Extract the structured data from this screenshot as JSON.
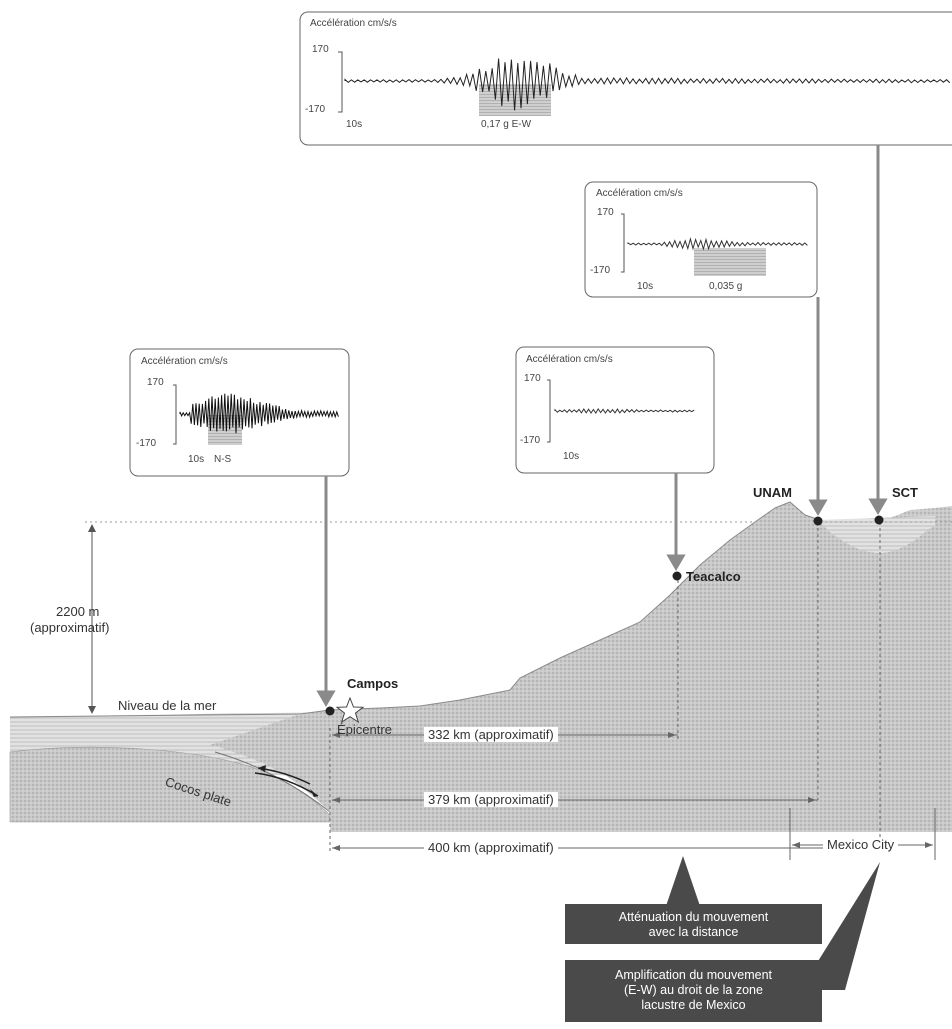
{
  "panels": {
    "sct": {
      "title": "Accélération cm/s/s",
      "ymax": "170",
      "ymin": "-170",
      "time": "10s",
      "note": "0,17 g  E-W"
    },
    "unam": {
      "title": "Accélération cm/s/s",
      "ymax": "170",
      "ymin": "-170",
      "time": "10s",
      "note": "0,035 g"
    },
    "teacalco": {
      "title": "Accélération cm/s/s",
      "ymax": "170",
      "ymin": "-170",
      "time": "10s"
    },
    "campos": {
      "title": "Accélération cm/s/s",
      "ymax": "170",
      "ymin": "-170",
      "time": "10s",
      "note": "N-S"
    }
  },
  "stations": {
    "unam": "UNAM",
    "sct": "SCT",
    "teacalco": "Teacalco",
    "campos": "Campos"
  },
  "labels": {
    "altitude": "2200 m",
    "altitude_note": "(approximatif)",
    "sea_level": "Niveau de la mer",
    "epicentre": "Épicentre",
    "plate": "Cocos plate",
    "city": "Mexico City"
  },
  "distances": [
    "332 km (approximatif)",
    "379 km (approximatif)",
    "400 km (approximatif)"
  ],
  "callouts": {
    "attenuation": [
      "Atténuation du mouvement",
      "avec la distance"
    ],
    "amplification": [
      "Amplification du mouvement",
      "(E-W) au droit de la zone",
      "lacustre de Mexico"
    ]
  }
}
